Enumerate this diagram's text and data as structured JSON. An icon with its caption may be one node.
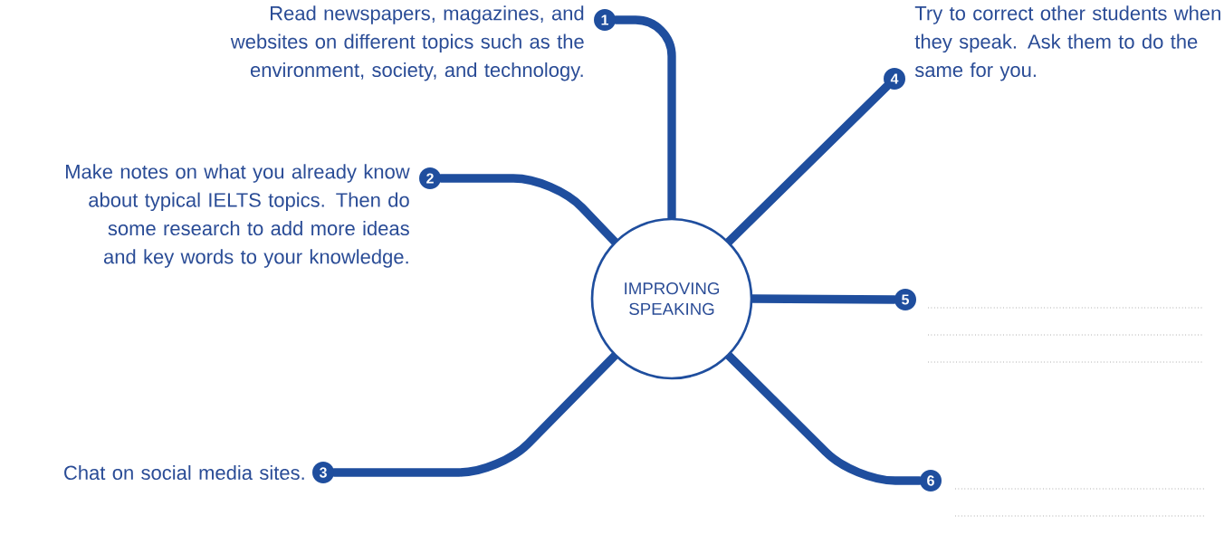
{
  "diagram": {
    "nodes": [
      {
        "text": [
          "IMPROVING SPEAKING"
        ]
      },
      {
        "text": [
          "1"
        ],
        "beside": [
          "Read newspapers, magazines, and websites on different topics such as the environment, society, and technology."
        ]
      },
      {
        "text": [
          "2"
        ],
        "beside": [
          "Make notes on what you already know about typical IELTS topics. Then do some research to add more ideas and key words to your knowledge."
        ]
      },
      {
        "text": [
          "3"
        ],
        "beside": [
          "Chat on social media sites."
        ]
      },
      {
        "text": [
          "4"
        ],
        "beside": [
          "Try to correct other students when they speak. Ask them to do the same for you."
        ]
      },
      {
        "text": [
          "5"
        ]
      },
      {
        "text": [
          "6"
        ]
      }
    ],
    "edges": [
      {
        "from": 0,
        "to": 1,
        "arrow": "none"
      },
      {
        "from": 0,
        "to": 2,
        "arrow": "none"
      },
      {
        "from": 0,
        "to": 3,
        "arrow": "none"
      },
      {
        "from": 0,
        "to": 4,
        "arrow": "none"
      },
      {
        "from": 0,
        "to": 5,
        "arrow": "none"
      },
      {
        "from": 0,
        "to": 6,
        "arrow": "none"
      }
    ]
  }
}
